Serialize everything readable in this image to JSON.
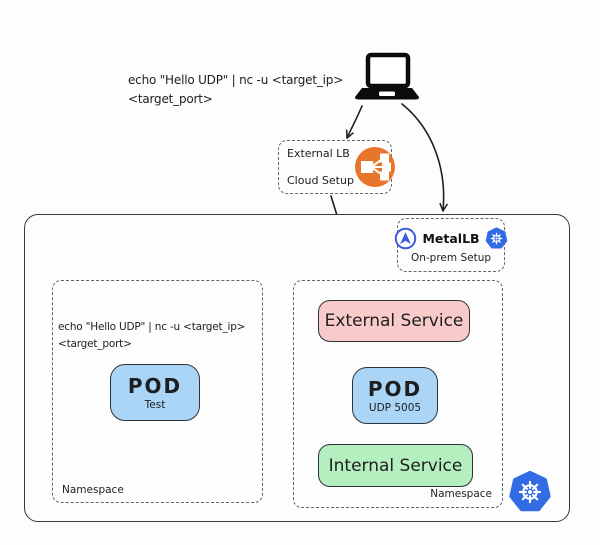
{
  "client": {
    "command_line1": "echo \"Hello UDP\" | nc -u <target_ip>",
    "command_line2": "<target_port>"
  },
  "external_lb": {
    "title": "External LB",
    "subtitle": "Cloud Setup"
  },
  "metallb": {
    "title": "MetalLB",
    "subtitle": "On-prem Setup"
  },
  "cluster": {
    "left_namespace": {
      "command_line1": "echo \"Hello UDP\" | nc -u <target_ip>",
      "command_line2": "<target_port>",
      "pod_title": "POD",
      "pod_subtitle": "Test",
      "label": "Namespace"
    },
    "right_namespace": {
      "external_service_label": "External Service",
      "pod_title": "POD",
      "pod_subtitle": "UDP 5005",
      "internal_service_label": "Internal Service",
      "label": "Namespace"
    }
  },
  "icons": {
    "laptop": "laptop-icon",
    "external_lb": "aws-load-balancer-icon",
    "metallb_logo": "metallb-logo-icon",
    "kubernetes_small": "kubernetes-logo-icon",
    "kubernetes_large": "kubernetes-logo-icon"
  },
  "colors": {
    "pod_fill": "#aad5f7",
    "external_service_fill": "#f9caca",
    "internal_service_fill": "#b5efbf",
    "elb_orange": "#e8752c",
    "kubernetes_blue": "#326ce5",
    "metallb_blue": "#3b5bdb",
    "stroke_dark": "#1e1e1e"
  }
}
